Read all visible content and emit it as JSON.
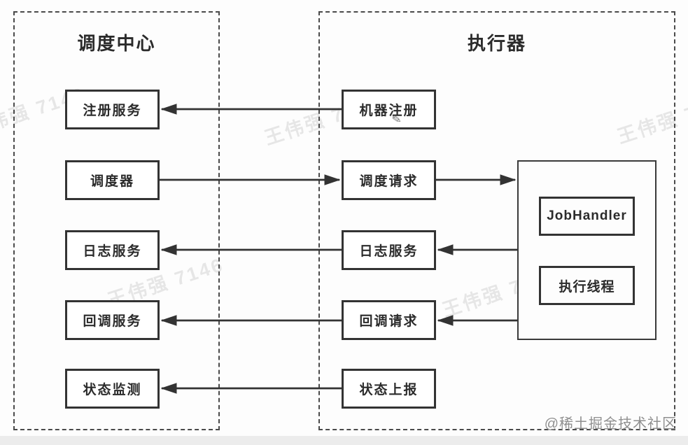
{
  "diagram": {
    "scheduler": {
      "title": "调度中心",
      "nodes": [
        {
          "id": "register-service",
          "label": "注册服务"
        },
        {
          "id": "dispatcher",
          "label": "调度器"
        },
        {
          "id": "log-service",
          "label": "日志服务"
        },
        {
          "id": "callback-service",
          "label": "回调服务"
        },
        {
          "id": "status-monitor",
          "label": "状态监测"
        }
      ]
    },
    "executor": {
      "title": "执行器",
      "nodes": [
        {
          "id": "machine-register",
          "label": "机器注册"
        },
        {
          "id": "dispatch-request",
          "label": "调度请求"
        },
        {
          "id": "log-service",
          "label": "日志服务"
        },
        {
          "id": "callback-request",
          "label": "回调请求"
        },
        {
          "id": "status-report",
          "label": "状态上报"
        }
      ],
      "runtime": {
        "nodes": [
          {
            "id": "job-handler",
            "label": "JobHandler"
          },
          {
            "id": "exec-thread",
            "label": "执行线程"
          }
        ]
      }
    },
    "edges": [
      {
        "from": "executor.machine-register",
        "to": "scheduler.register-service"
      },
      {
        "from": "scheduler.dispatcher",
        "to": "executor.dispatch-request"
      },
      {
        "from": "executor.dispatch-request",
        "to": "executor.runtime"
      },
      {
        "from": "executor.runtime",
        "to": "executor.log-service"
      },
      {
        "from": "executor.log-service",
        "to": "scheduler.log-service"
      },
      {
        "from": "executor.runtime",
        "to": "executor.callback-request"
      },
      {
        "from": "executor.callback-request",
        "to": "scheduler.callback-service"
      },
      {
        "from": "executor.status-report",
        "to": "scheduler.status-monitor"
      }
    ]
  },
  "watermarks": {
    "site": "@稀土掘金技术社区",
    "author": "王伟强 7146"
  },
  "icons": {
    "pen": "✎"
  },
  "colors": {
    "line": "#333333",
    "watermark_site": "#8f8f8f"
  }
}
